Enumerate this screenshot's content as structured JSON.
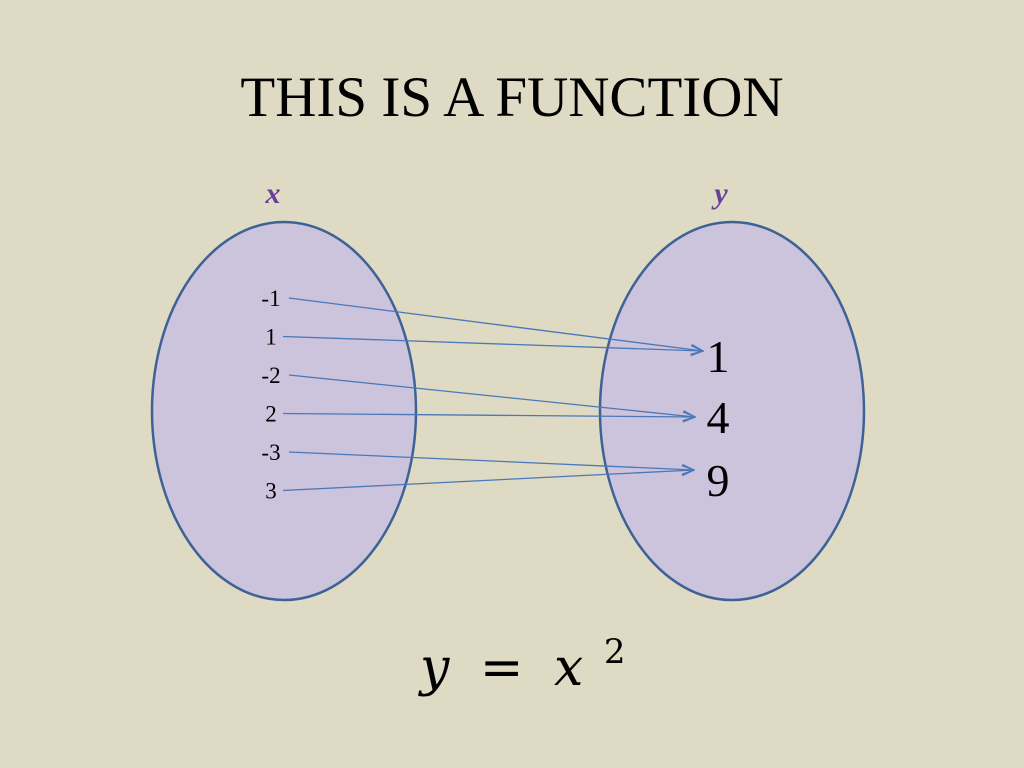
{
  "title": "THIS IS A FUNCTION",
  "colors": {
    "background": "#dedac3",
    "set_fill": "#ccc3dd",
    "set_stroke": "#3e6296",
    "label_color": "#6a3d9a",
    "arrow_color": "#4a78b8"
  },
  "domain": {
    "label": "x",
    "values": [
      "-1",
      "1",
      "-2",
      "2",
      "-3",
      "3"
    ]
  },
  "range": {
    "label": "y",
    "values": [
      "1",
      "4",
      "9"
    ]
  },
  "mapping": [
    {
      "from": 0,
      "to": 0
    },
    {
      "from": 1,
      "to": 0
    },
    {
      "from": 2,
      "to": 1
    },
    {
      "from": 3,
      "to": 1
    },
    {
      "from": 4,
      "to": 2
    },
    {
      "from": 5,
      "to": 2
    }
  ],
  "formula": {
    "lhs": "y",
    "equals": "=",
    "base": "x",
    "exponent": "2"
  }
}
